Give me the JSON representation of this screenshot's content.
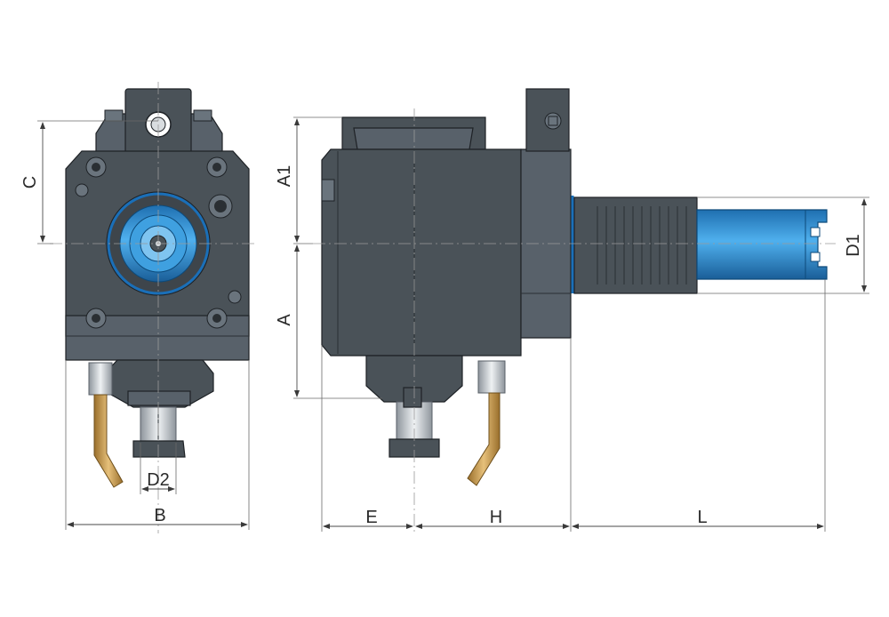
{
  "labels": {
    "A": "A",
    "A1": "A1",
    "B": "B",
    "C": "C",
    "D1": "D1",
    "D2": "D2",
    "E": "E",
    "H": "H",
    "L": "L"
  },
  "colors": {
    "body": "#4a5258",
    "coupling_blue": "#2f8fd0",
    "coolant_brass": "#c89a4e",
    "dimension_lines": "#4a4a4a"
  }
}
